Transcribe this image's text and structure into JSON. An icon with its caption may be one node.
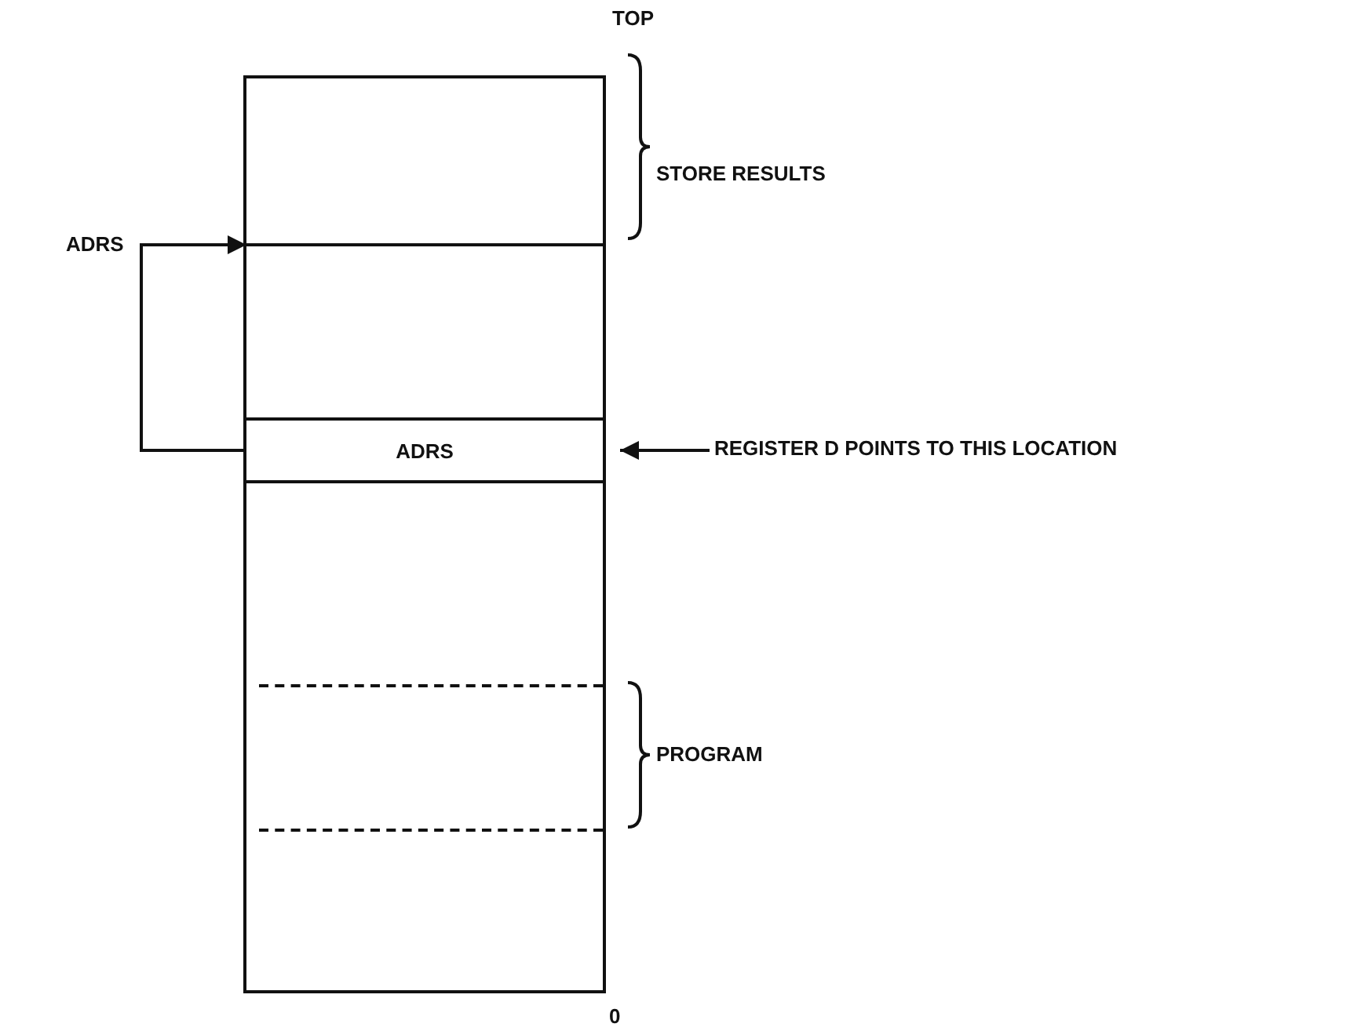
{
  "diagram": {
    "nodes": [
      {
        "text": [],
        "shape": "box"
      },
      {
        "text": [],
        "shape": "box",
        "in": 0
      },
      {
        "text": [
          "ADRS"
        ],
        "in": 0
      },
      {
        "text": [],
        "shape": "box",
        "in": 0
      },
      {
        "text": [
          "REGISTER D POINTS TO THIS LOCATION"
        ]
      }
    ],
    "edges": [
      {
        "from": 2,
        "to": 1,
        "arrow": "to",
        "label": "ADRS"
      },
      {
        "from": 4,
        "to": 2,
        "arrow": "to"
      }
    ],
    "labels": [
      "TOP",
      "STORE RESULTS",
      "PROGRAM",
      "0"
    ]
  }
}
